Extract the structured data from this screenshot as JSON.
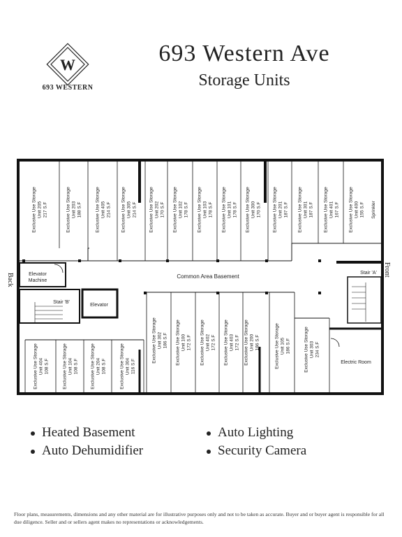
{
  "header": {
    "logo_letter": "W",
    "logo_text": "693 WESTERN",
    "title": "693 Western Ave",
    "subtitle": "Storage Units"
  },
  "plan": {
    "common_area": "Common Area Basement",
    "side_back": "Back",
    "side_front": "Front",
    "top_units": [
      {
        "t": "Exclusive Use Storage",
        "u": "Unit 205",
        "s": "217 S.F"
      },
      {
        "t": "Exclusive Use Storage",
        "u": "Unit 203",
        "s": "188 S.F"
      },
      {
        "t": "Exclusive Use Storage",
        "u": "Unit 405",
        "s": "214 S.F"
      },
      {
        "t": "Exclusive Use Storage",
        "u": "Unit 305",
        "s": "214 S.F"
      },
      {
        "t": "Exclusive Use Storage",
        "u": "Unit 202",
        "s": "170 S.F"
      },
      {
        "t": "Exclusive Use Storage",
        "u": "Unit 102",
        "s": "178 S.F"
      },
      {
        "t": "Exclusive Use Storage",
        "u": "Unit 103",
        "s": "178 S.F"
      },
      {
        "t": "Exclusive Use Storage",
        "u": "Unit 101",
        "s": "178 S.F"
      },
      {
        "t": "Exclusive Use Storage",
        "u": "Unit 300",
        "s": "170 S.F"
      },
      {
        "t": "Exclusive Use Storage",
        "u": "Unit 201",
        "s": "187 S.F"
      },
      {
        "t": "Exclusive Use Storage",
        "u": "Unit 301",
        "s": "187 S.F"
      },
      {
        "t": "Exclusive Use Storage",
        "u": "Unit 401",
        "s": "167 S.F"
      },
      {
        "t": "Exclusive Use Storage",
        "u": "Unit 400",
        "s": "155 S.F"
      }
    ],
    "sprinkler": "Sprinkler",
    "bottom_left_units": [
      {
        "t": "Exclusive Use Storage",
        "u": "Unit 404",
        "s": "108 S.F"
      },
      {
        "t": "Exclusive Use Storage",
        "u": "Unit 104",
        "s": "108 S.F"
      },
      {
        "t": "Exclusive Use Storage",
        "u": "Unit 204",
        "s": "108 S.F"
      },
      {
        "t": "Exclusive Use Storage",
        "u": "Unit 304",
        "s": "116 S.F"
      }
    ],
    "bottom_units": [
      {
        "t": "Exclusive Use Storage",
        "u": "Unit 302",
        "s": "186 S.F"
      },
      {
        "t": "Exclusive Use Storage",
        "u": "Unit 100",
        "s": "172 S.F"
      },
      {
        "t": "Exclusive Use Storage",
        "u": "Unit 402",
        "s": "172 S.F"
      },
      {
        "t": "Exclusive Use Storage",
        "u": "Unit 403",
        "s": "172 S.F"
      },
      {
        "t": "Exclusive Use Storage",
        "u": "Unit 200",
        "s": "186 S.F"
      },
      {
        "t": "Exclusive Use Storage",
        "u": "Unit 105",
        "s": "186 S.F"
      },
      {
        "t": "Exclusive Use Storage",
        "u": "Unit 303",
        "s": "234 S.F"
      }
    ],
    "elevator_machine_1": "Elevator",
    "elevator_machine_2": "Machine",
    "elevator": "Elevator",
    "stair_b": "Stair 'B'",
    "stair_a": "Stair 'A'",
    "electric_room": "Electric Room"
  },
  "features": {
    "left": [
      "Heated Basement",
      "Auto Dehumidifier"
    ],
    "right": [
      "Auto Lighting",
      "Security Camera"
    ]
  },
  "disclaimer": "Floor plans, measurements, dimensions and any other material are for illustrative purposes only and not to be taken as accurate. Buyer and or buyer agent is responsible for all due diligence. Seller and or sellers agent makes no representations or acknowledgements."
}
